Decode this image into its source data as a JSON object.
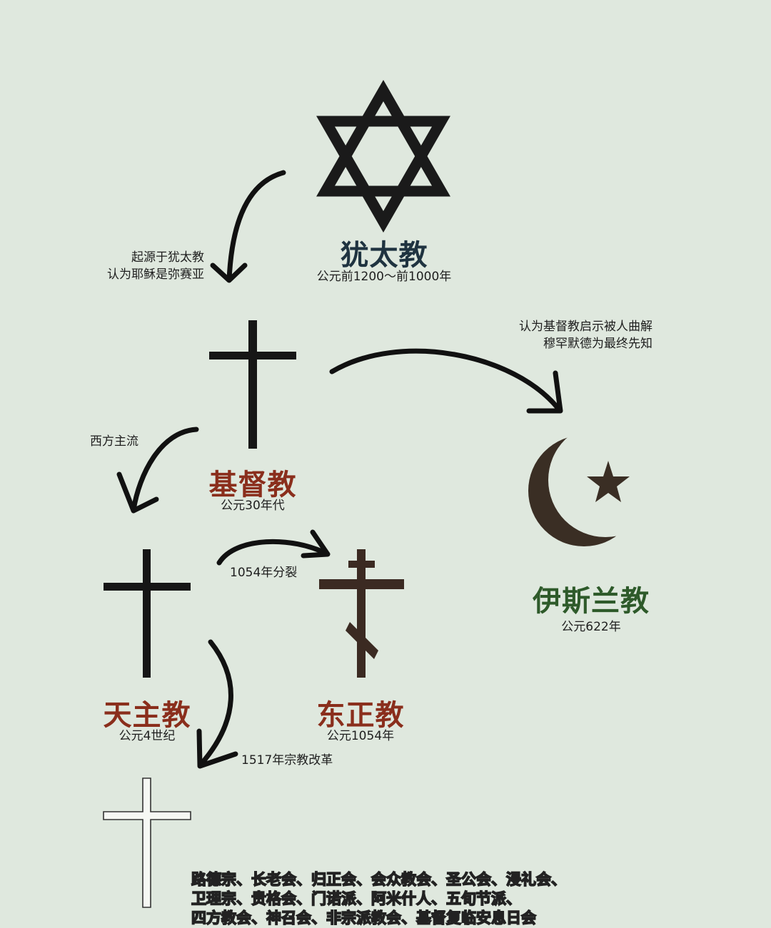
{
  "colors": {
    "background": "#dfe8de",
    "judaism": "#1f3340",
    "christianity": "#8a2e1c",
    "islam": "#2e5a2a",
    "catholic": "#8a2e1c",
    "orthodox": "#8a2e1c",
    "orthodox_cross": "#3b2a22",
    "islam_symbol": "#3a2e24"
  },
  "judaism": {
    "icon": "star-of-david-icon",
    "name": "犹太教",
    "date": "公元前1200～前1000年"
  },
  "christianity": {
    "icon": "latin-cross-icon",
    "name": "基督教",
    "date": "公元30年代"
  },
  "islam": {
    "icon": "crescent-star-icon",
    "name": "伊斯兰教",
    "date": "公元622年"
  },
  "catholic": {
    "icon": "latin-cross-icon",
    "name": "天主教",
    "date": "公元4世纪"
  },
  "orthodox": {
    "icon": "orthodox-cross-icon",
    "name": "东正教",
    "date": "公元1054年"
  },
  "protestant": {
    "icon": "outline-cross-icon"
  },
  "notes": {
    "origin_line1": "起源于犹太教",
    "origin_line2": "认为耶稣是弥赛亚",
    "islam_line1": "认为基督教启示被人曲解",
    "islam_line2": "穆罕默德为最终先知",
    "western": "西方主流",
    "schism": "1054年分裂",
    "reformation": "1517年宗教改革"
  },
  "denominations": {
    "line1": "路德宗、长老会、归正会、会众教会、圣公会、浸礼会、",
    "line2": "卫理宗、贵格会、门诺派、阿米什人、五旬节派、",
    "line3": "四方教会、神召会、非宗派教会、基督复临安息日会"
  }
}
